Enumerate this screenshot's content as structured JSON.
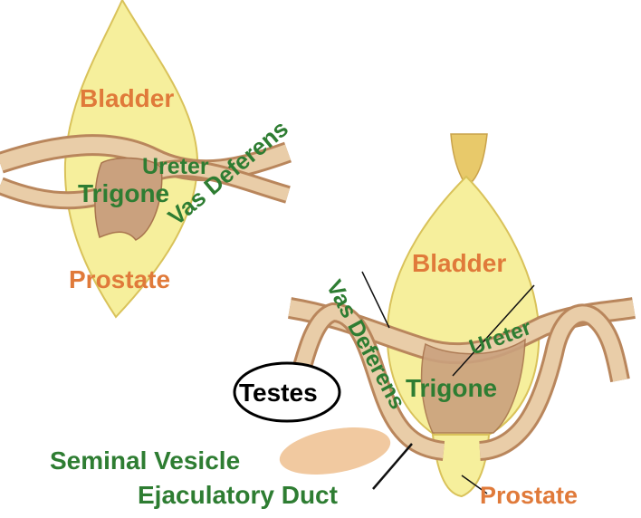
{
  "colors": {
    "bladder_fill": "#f6ef9c",
    "bladder_stroke": "#d9c25a",
    "duct_fill": "#e9cda8",
    "duct_stroke": "#b9865c",
    "trigone_fill": "#caa17e",
    "label_orange": "#e07a3a",
    "label_green": "#2e7d32"
  },
  "left_diagram": {
    "bladder": "Bladder",
    "ureter": "Ureter",
    "trigone": "Trigone",
    "vas_deferens": "Vas Deferens",
    "prostate": "Prostate"
  },
  "right_diagram": {
    "bladder": "Bladder",
    "ureter": "Ureter",
    "trigone": "Trigone",
    "vas_deferens": "Vas Deferens",
    "prostate": "Prostate",
    "testes": "Testes",
    "seminal_vesicle": "Seminal Vesicle",
    "ejaculatory_duct": "Ejaculatory Duct"
  }
}
